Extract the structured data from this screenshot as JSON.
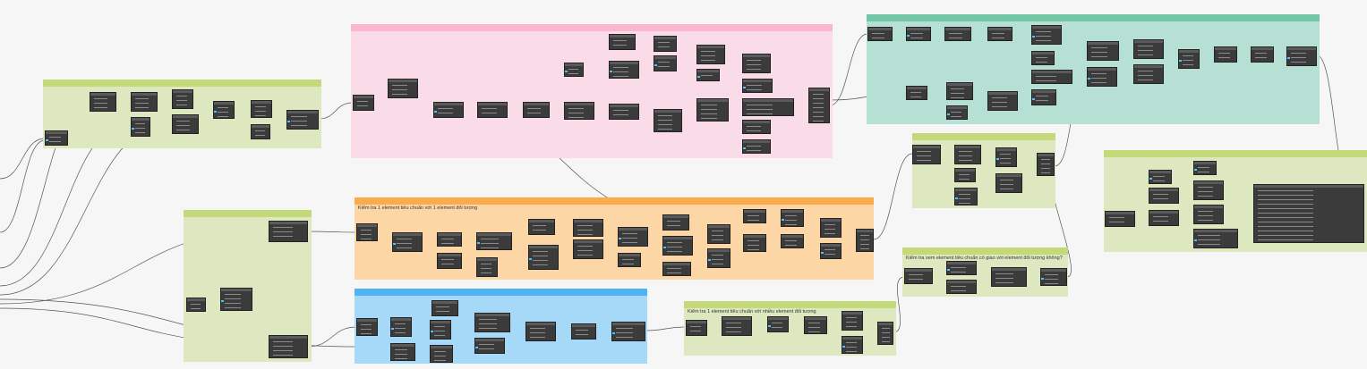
{
  "canvas": {
    "background": "#f6f6f6",
    "wire_color": "#555555"
  },
  "groups": [
    {
      "id": "g-green-left",
      "color_body": "#dde8c0",
      "color_bar": "#c3d97a",
      "title": ""
    },
    {
      "id": "g-pink",
      "color_body": "#fadbe8",
      "color_bar": "#fbb6d2",
      "title": ""
    },
    {
      "id": "g-teal",
      "color_body": "#b5e0d3",
      "color_bar": "#74c7a6",
      "title": ""
    },
    {
      "id": "g-green-mid",
      "color_body": "#dde8c0",
      "color_bar": "#c3d97a",
      "title": ""
    },
    {
      "id": "g-green-right",
      "color_body": "#dde8c0",
      "color_bar": "#c3d97a",
      "title": ""
    },
    {
      "id": "g-orange",
      "color_body": "#fdd6a5",
      "color_bar": "#fcab4c",
      "title": "Kiểm tra 1 element tiêu chuẩn với 1 element đối tượng"
    },
    {
      "id": "g-green-check",
      "color_body": "#dde8c0",
      "color_bar": "#c3d97a",
      "title": "Kiểm tra xem element tiêu chuẩn có giao với element đối tượng không?"
    },
    {
      "id": "g-green-tall",
      "color_body": "#dde8c0",
      "color_bar": "#c3d97a",
      "title": ""
    },
    {
      "id": "g-blue",
      "color_body": "#a6d8f8",
      "color_bar": "#4db3f2",
      "title": ""
    },
    {
      "id": "g-green-bottom",
      "color_body": "#dde8c0",
      "color_bar": "#c3d97a",
      "title": "Kiểm tra 1 element tiêu chuẩn với nhiều element đối tượng"
    }
  ]
}
